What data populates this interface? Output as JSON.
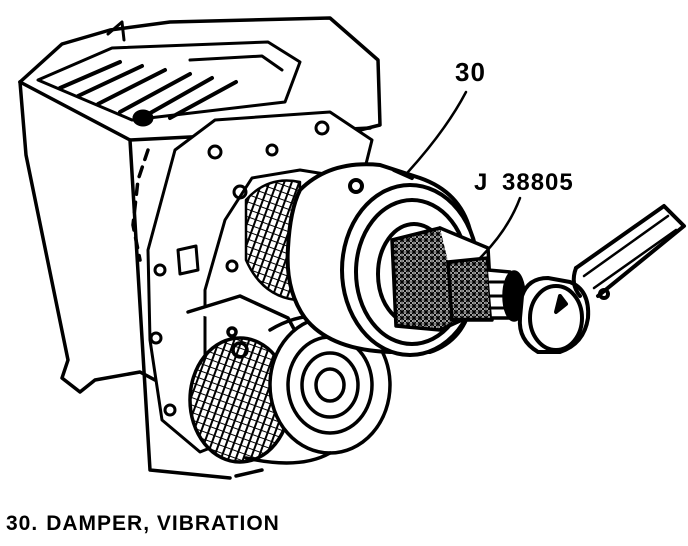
{
  "callouts": {
    "damper_number": "30",
    "tool_number": "J 38805"
  },
  "legend": {
    "item_number": "30.",
    "item_text": "DAMPER, VIBRATION"
  },
  "colors": {
    "ink": "#000000",
    "paper": "#ffffff"
  }
}
